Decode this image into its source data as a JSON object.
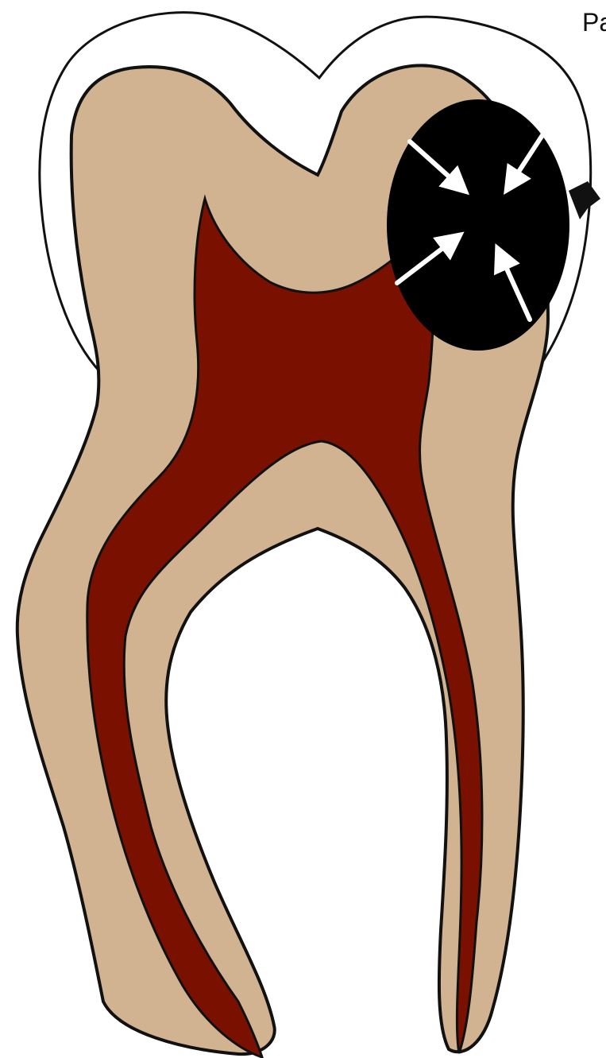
{
  "label": "Pa",
  "colors": {
    "enamel": "#ffffff",
    "dentin": "#d1b391",
    "pulp": "#7a1100",
    "lesion": "#000000",
    "outline": "#111111",
    "arrows": "#ffffff"
  },
  "parts": [
    "enamel",
    "dentin",
    "pulp",
    "lesion",
    "arrows"
  ]
}
